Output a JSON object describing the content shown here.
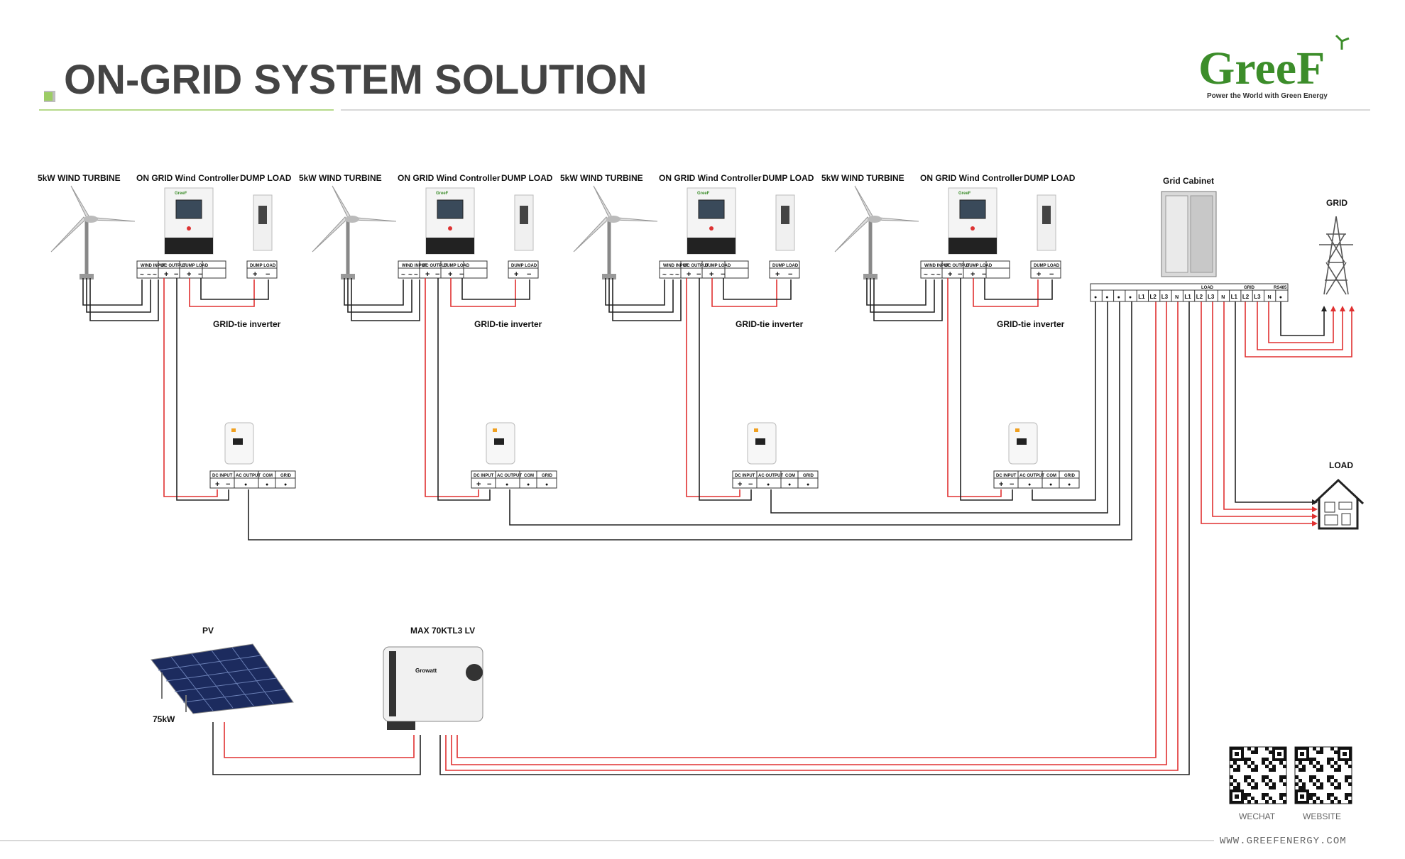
{
  "header": {
    "title": "ON-GRID SYSTEM SOLUTION"
  },
  "logo": {
    "name": "GreeF",
    "tagline": "Power the World with Green Energy"
  },
  "wind_units": [
    {
      "turbine": "5kW WIND TURBINE",
      "controller": "ON GRID Wind Controller",
      "dump_load": "DUMP LOAD",
      "inverter": "GRID-tie inverter"
    },
    {
      "turbine": "5kW WIND TURBINE",
      "controller": "ON GRID Wind Controller",
      "dump_load": "DUMP LOAD",
      "inverter": "GRID-tie inverter"
    },
    {
      "turbine": "5kW WIND TURBINE",
      "controller": "ON GRID Wind Controller",
      "dump_load": "DUMP LOAD",
      "inverter": "GRID-tie inverter"
    },
    {
      "turbine": "5kW WIND TURBINE",
      "controller": "ON GRID Wind Controller",
      "dump_load": "DUMP LOAD",
      "inverter": "GRID-tie inverter"
    }
  ],
  "controller_terminals": {
    "wind_input": "WIND INPUT",
    "dc_output": "DC OUTPUT",
    "dump_load": "DUMP LOAD",
    "dump_load_box": "DUMP LOAD",
    "ac": "~",
    "plus": "+",
    "minus": "−"
  },
  "inverter_terminals": {
    "dc_input": "DC INPUT",
    "ac_output": "AC OUTPUT",
    "com": "COM",
    "grid": "GRID",
    "dot": "●"
  },
  "cabinet": {
    "label": "Grid Cabinet",
    "load": "LOAD",
    "grid": "GRID",
    "rs485": "RS485",
    "terminals": [
      "●",
      "●",
      "●",
      "●",
      "L1",
      "L2",
      "L3",
      "N",
      "L1",
      "L2",
      "L3",
      "N",
      "L1",
      "L2",
      "L3",
      "N",
      "●"
    ]
  },
  "grid": {
    "label": "GRID"
  },
  "load": {
    "label": "LOAD"
  },
  "pv": {
    "label": "PV",
    "power": "75kW"
  },
  "pv_inverter": {
    "label": "MAX 70KTL3 LV",
    "brand": "Growatt"
  },
  "controller_brand": "GreeF",
  "qr": [
    {
      "label": "WECHAT"
    },
    {
      "label": "WEBSITE"
    }
  ],
  "footer": {
    "url": "WWW.GREEFENERGY.COM"
  },
  "colors": {
    "red_wire": "#e03030",
    "black_wire": "#222222",
    "accent_green": "#8bc34a",
    "logo_green": "#3c8d2a"
  }
}
